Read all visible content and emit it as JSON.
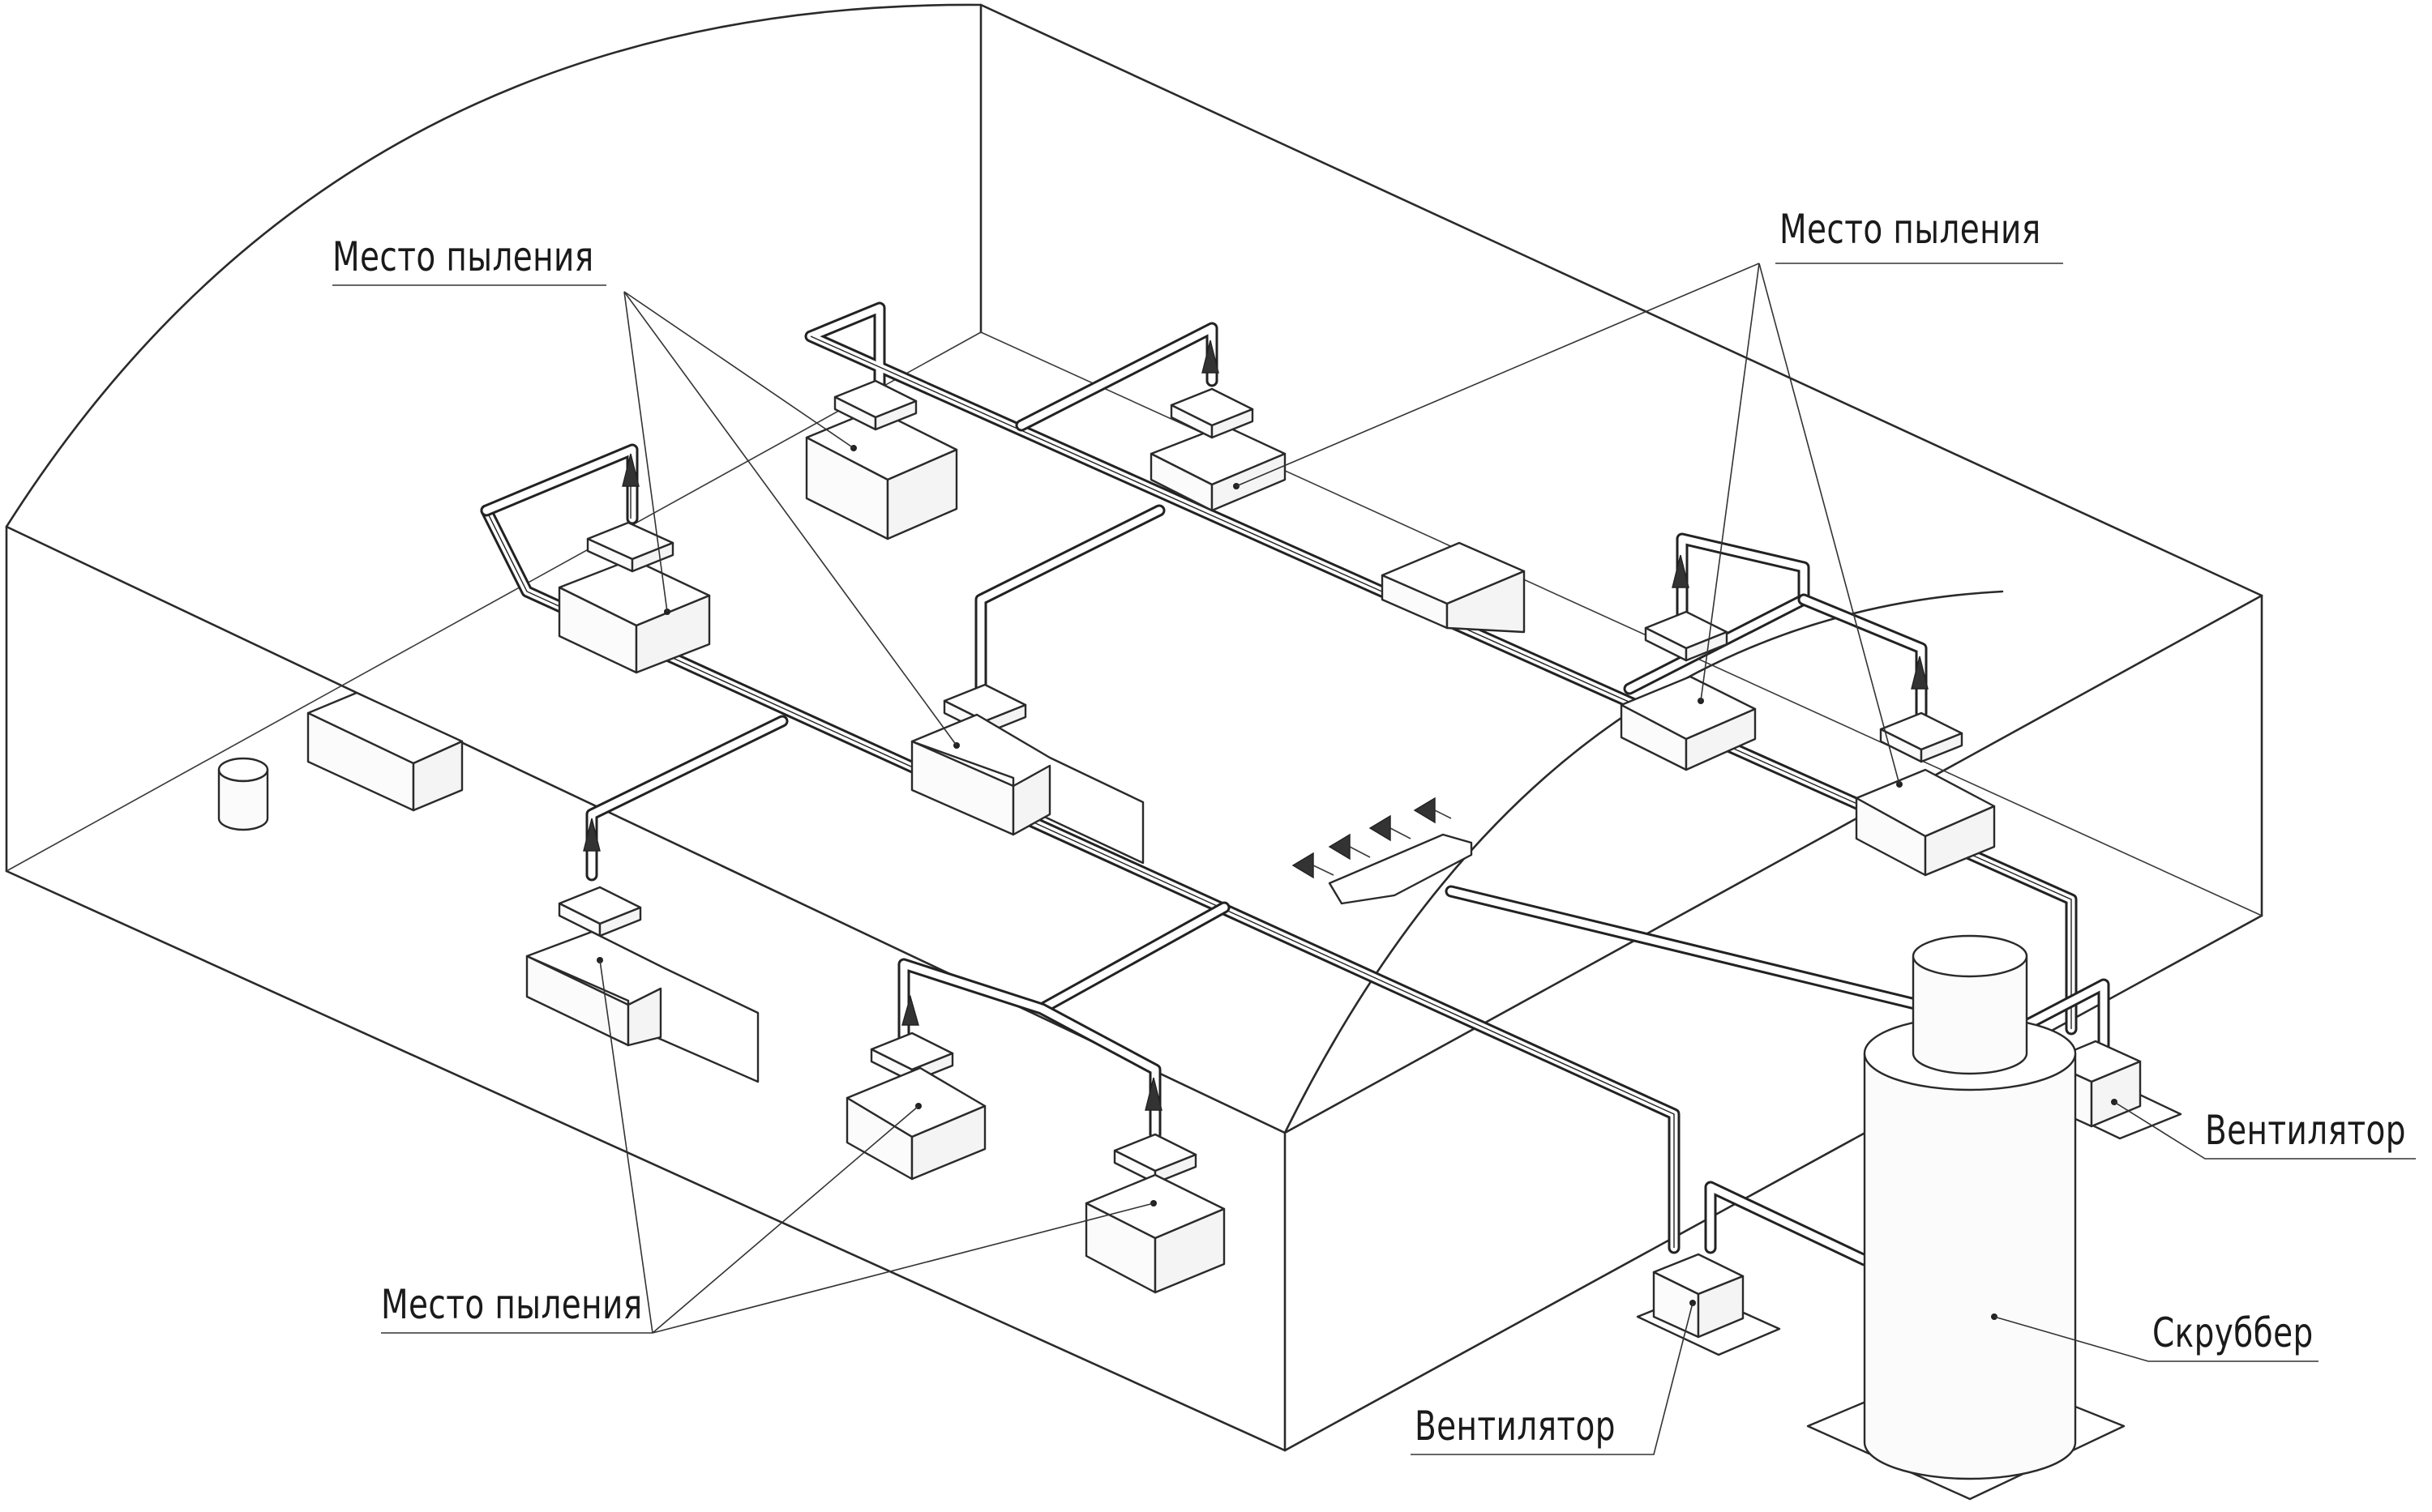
{
  "labels": {
    "dust_place_top_left": "Место пыления",
    "dust_place_top_right": "Место пыления",
    "dust_place_bottom": "Место пыления",
    "fan_right": "Вентилятор",
    "fan_bottom": "Вентилятор",
    "scrubber": "Скруббер"
  }
}
